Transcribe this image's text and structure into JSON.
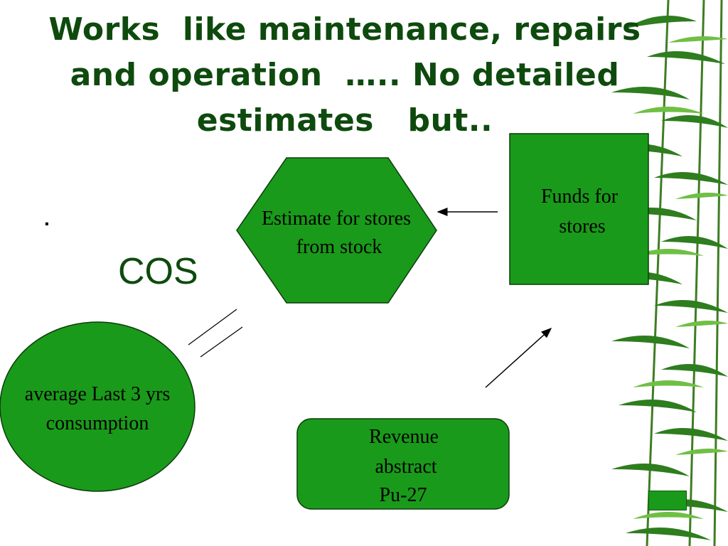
{
  "title": {
    "line1": "Works  like maintenance, repairs",
    "line2": "and operation  ….. No detailed",
    "line3": "estimates   but.."
  },
  "cos_label": "COS",
  "dot_marker": ".",
  "nodes": {
    "hexagon": {
      "line1": "Estimate for stores",
      "line2": "from stock"
    },
    "funds_box": {
      "line1": "Funds for",
      "line2": "stores"
    },
    "circle": {
      "line1": "average Last 3 yrs",
      "line2": "consumption"
    },
    "revenue_box": {
      "line1": "Revenue",
      "line2": "abstract",
      "line3": "Pu-27"
    }
  },
  "colors": {
    "shape_fill": "#1a9a1a",
    "title_text": "#0e4a0e",
    "bamboo_dark": "#1f6e1a",
    "bamboo_light": "#5fae3a"
  }
}
